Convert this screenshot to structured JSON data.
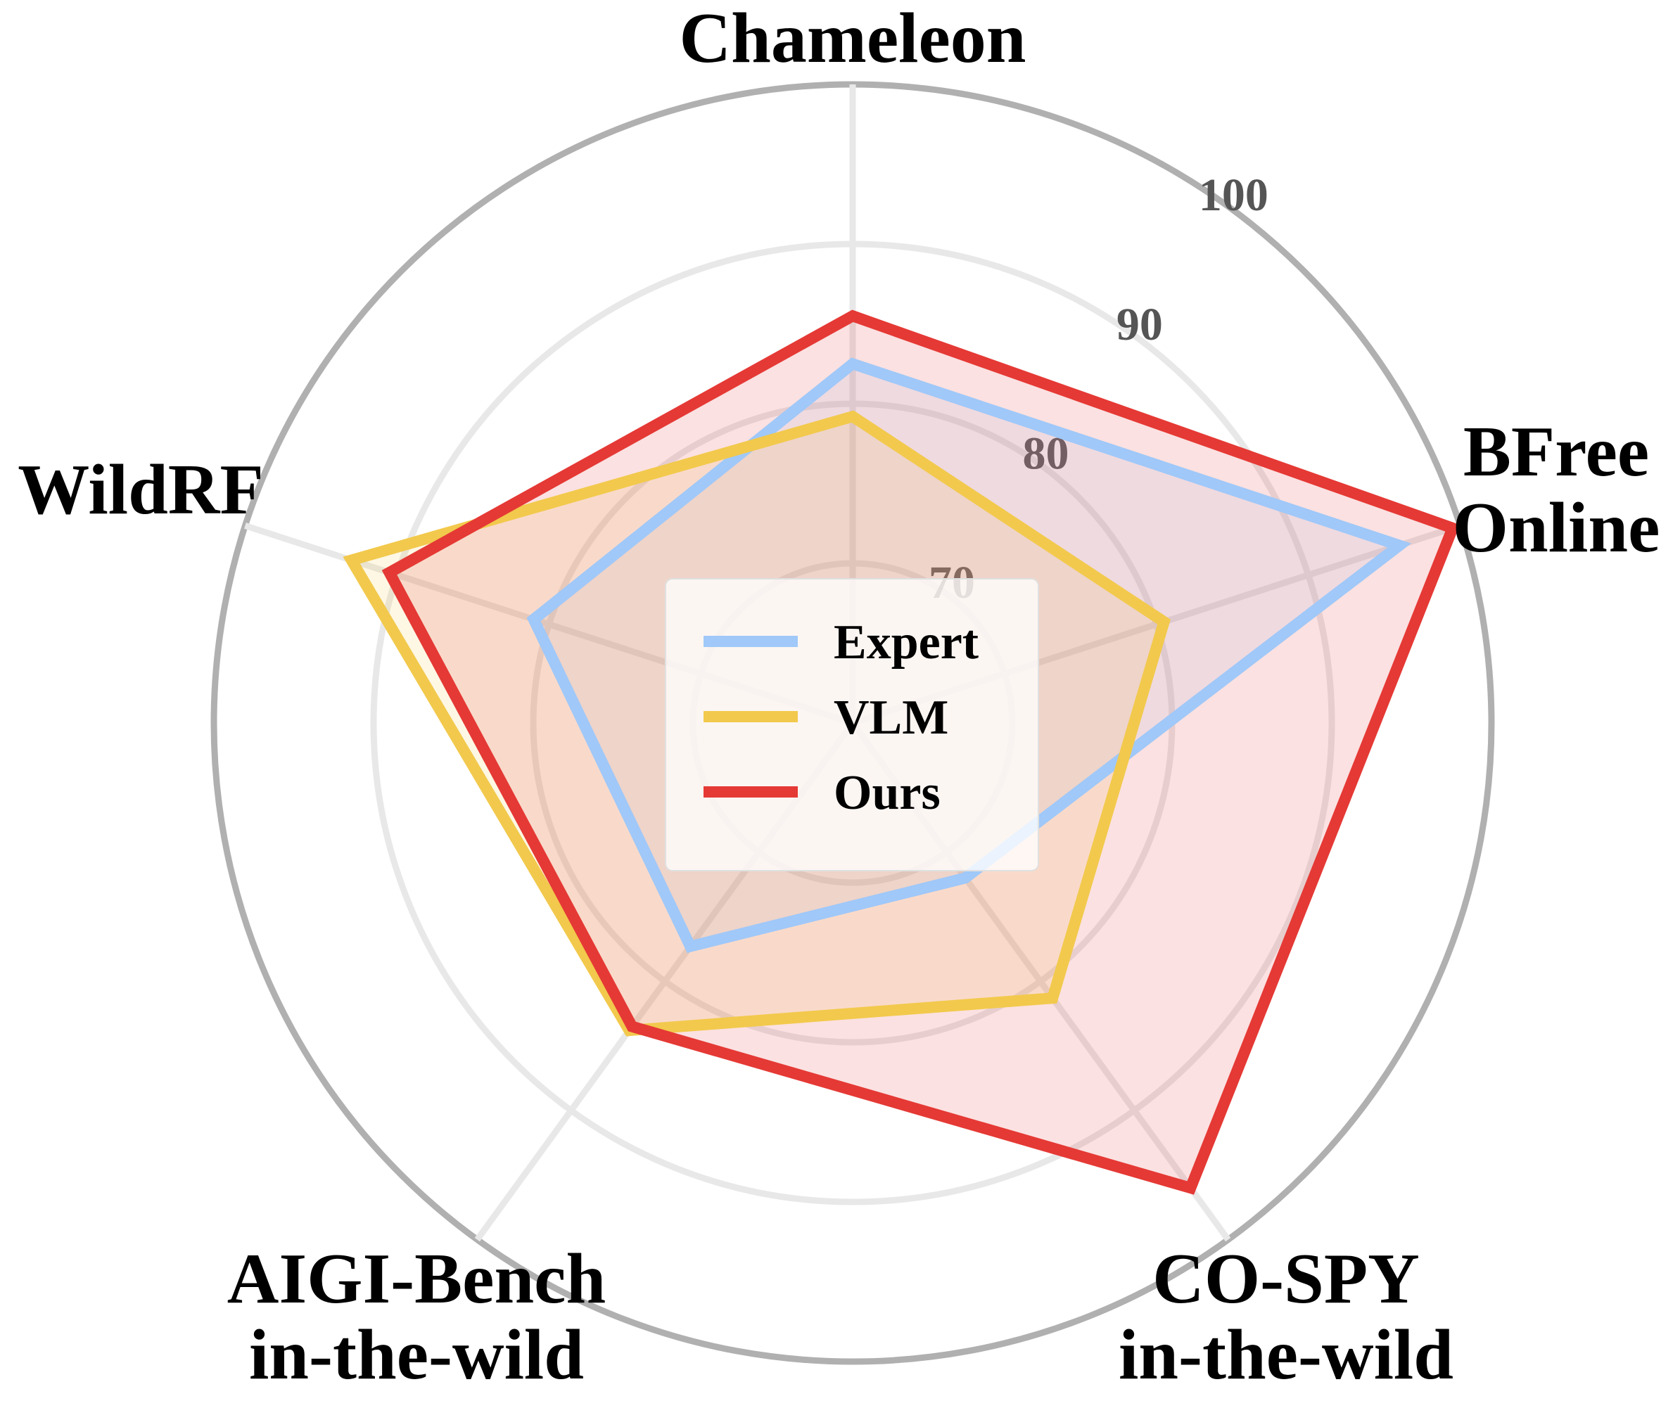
{
  "chart_data": {
    "type": "radar",
    "title": "",
    "axes": [
      "Chameleon",
      "BFree Online",
      "CO-SPY in-the-wild",
      "AIGI-Bench in-the-wild",
      "WildRF"
    ],
    "axis_label_lines": [
      [
        "Chameleon"
      ],
      [
        "BFree",
        "Online"
      ],
      [
        "CO-SPY",
        "in-the-wild"
      ],
      [
        "AIGI-Bench",
        "in-the-wild"
      ],
      [
        "WildRF"
      ]
    ],
    "rlim": [
      60,
      100
    ],
    "ticks": [
      70,
      80,
      90,
      100
    ],
    "tick_labels": [
      "70",
      "80",
      "90",
      "100"
    ],
    "grid": true,
    "legend_position": "center",
    "series": [
      {
        "name": "Expert",
        "color": "#a0c8f8",
        "values": [
          82.5,
          96.0,
          72.0,
          77.3,
          81.0
        ]
      },
      {
        "name": "VLM",
        "color": "#f2c94c",
        "values": [
          79.2,
          80.5,
          81.3,
          83.8,
          93.0
        ]
      },
      {
        "name": "Ours",
        "color": "#e53935",
        "values": [
          85.5,
          99.5,
          96.0,
          83.5,
          90.5
        ]
      }
    ]
  }
}
